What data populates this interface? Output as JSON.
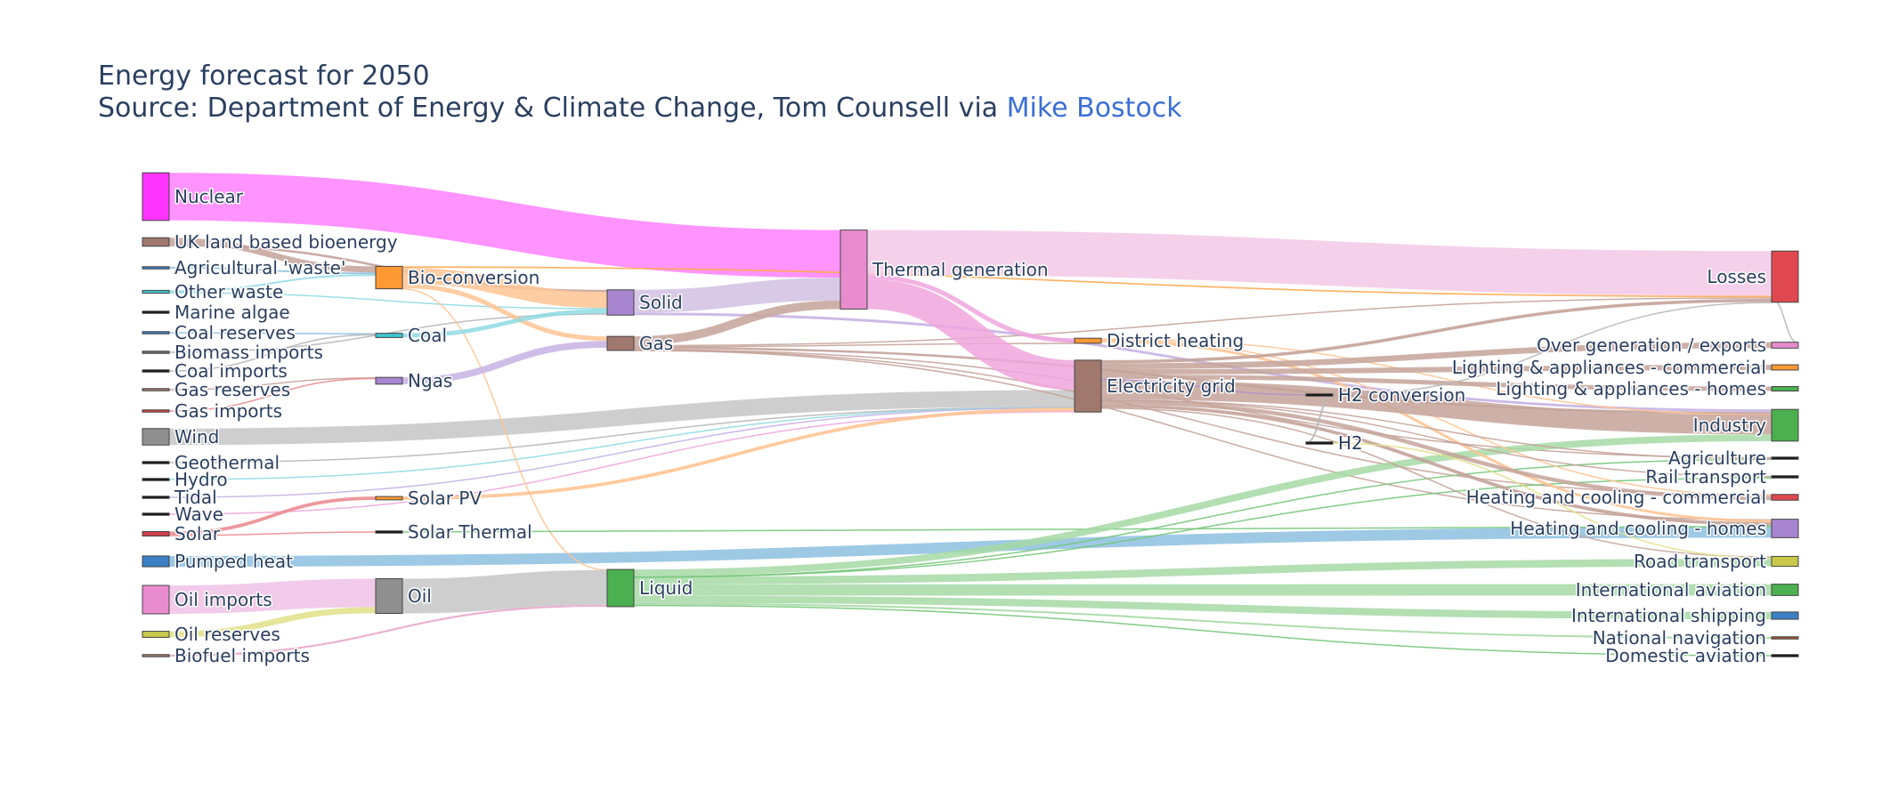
{
  "title": {
    "line1": "Energy forecast for 2050",
    "line2_prefix": "Source: Department of Energy & Climate Change, Tom Counsell via ",
    "link_text": "Mike Bostock"
  },
  "chart_data": {
    "type": "sankey",
    "units": "TWh",
    "nodes": [
      {
        "id": "nuclear",
        "label": "Nuclear",
        "color": "#ff33ff"
      },
      {
        "id": "uk_bio",
        "label": "UK land based bioenergy",
        "color": "#a0786e"
      },
      {
        "id": "agri_waste",
        "label": "Agricultural 'waste'",
        "color": "#3b7fc4"
      },
      {
        "id": "other_waste",
        "label": "Other waste",
        "color": "#40c4d0"
      },
      {
        "id": "marine",
        "label": "Marine algae",
        "color": "#111111"
      },
      {
        "id": "coal_res",
        "label": "Coal reserves",
        "color": "#3b7fc4"
      },
      {
        "id": "biomass_imp",
        "label": "Biomass imports",
        "color": "#6b6b6b"
      },
      {
        "id": "coal_imp",
        "label": "Coal imports",
        "color": "#111111"
      },
      {
        "id": "gas_res",
        "label": "Gas reserves",
        "color": "#a0786e"
      },
      {
        "id": "gas_imp",
        "label": "Gas imports",
        "color": "#d0404a"
      },
      {
        "id": "wind",
        "label": "Wind",
        "color": "#8f8f8f"
      },
      {
        "id": "geo",
        "label": "Geothermal",
        "color": "#111111"
      },
      {
        "id": "hydro",
        "label": "Hydro",
        "color": "#111111"
      },
      {
        "id": "tidal",
        "label": "Tidal",
        "color": "#111111"
      },
      {
        "id": "wave",
        "label": "Wave",
        "color": "#111111"
      },
      {
        "id": "solar",
        "label": "Solar",
        "color": "#d0404a"
      },
      {
        "id": "pumped",
        "label": "Pumped heat",
        "color": "#3b7fc4"
      },
      {
        "id": "oil_imp",
        "label": "Oil imports",
        "color": "#e88ccf"
      },
      {
        "id": "oil_res",
        "label": "Oil reserves",
        "color": "#c8c84a"
      },
      {
        "id": "biofuel_imp",
        "label": "Biofuel imports",
        "color": "#a0786e"
      },
      {
        "id": "bioconv",
        "label": "Bio-conversion",
        "color": "#ff9933"
      },
      {
        "id": "coal",
        "label": "Coal",
        "color": "#40c4d0"
      },
      {
        "id": "ngas",
        "label": "Ngas",
        "color": "#a885d0"
      },
      {
        "id": "solar_pv",
        "label": "Solar PV",
        "color": "#ff9933"
      },
      {
        "id": "solar_th",
        "label": "Solar Thermal",
        "color": "#111111"
      },
      {
        "id": "oil",
        "label": "Oil",
        "color": "#8f8f8f"
      },
      {
        "id": "solid",
        "label": "Solid",
        "color": "#a885d0"
      },
      {
        "id": "gas",
        "label": "Gas",
        "color": "#a0786e"
      },
      {
        "id": "liquid",
        "label": "Liquid",
        "color": "#4caf50"
      },
      {
        "id": "thermal",
        "label": "Thermal generation",
        "color": "#e88ccf"
      },
      {
        "id": "district",
        "label": "District heating",
        "color": "#ff9933"
      },
      {
        "id": "grid",
        "label": "Electricity grid",
        "color": "#a0786e"
      },
      {
        "id": "h2conv",
        "label": "H2 conversion",
        "color": "#111111"
      },
      {
        "id": "h2",
        "label": "H2",
        "color": "#111111"
      },
      {
        "id": "losses",
        "label": "Losses",
        "color": "#e0484f"
      },
      {
        "id": "overgen",
        "label": "Over generation / exports",
        "color": "#e88ccf"
      },
      {
        "id": "la_comm",
        "label": "Lighting & appliances - commercial",
        "color": "#ff9933"
      },
      {
        "id": "la_homes",
        "label": "Lighting & appliances - homes",
        "color": "#4caf50"
      },
      {
        "id": "industry",
        "label": "Industry",
        "color": "#4caf50"
      },
      {
        "id": "agriculture",
        "label": "Agriculture",
        "color": "#111111"
      },
      {
        "id": "rail",
        "label": "Rail transport",
        "color": "#111111"
      },
      {
        "id": "hc_comm",
        "label": "Heating and cooling - commercial",
        "color": "#e0484f"
      },
      {
        "id": "hc_homes",
        "label": "Heating and cooling - homes",
        "color": "#a885d0"
      },
      {
        "id": "road",
        "label": "Road transport",
        "color": "#c8c84a"
      },
      {
        "id": "intl_av",
        "label": "International aviation",
        "color": "#4caf50"
      },
      {
        "id": "intl_ship",
        "label": "International shipping",
        "color": "#3b7fc4"
      },
      {
        "id": "nat_nav",
        "label": "National navigation",
        "color": "#a0522d"
      },
      {
        "id": "dom_av",
        "label": "Domestic aviation",
        "color": "#111111"
      }
    ],
    "links": [
      {
        "source": "nuclear",
        "target": "thermal",
        "value": 840,
        "color": "#ff80ff"
      },
      {
        "source": "uk_bio",
        "target": "bioconv",
        "value": 110,
        "color": "#c4a39a"
      },
      {
        "source": "uk_bio",
        "target": "solid",
        "value": 40,
        "color": "#c4a39a"
      },
      {
        "source": "agri_waste",
        "target": "bioconv",
        "value": 28,
        "color": "#8dbfe0"
      },
      {
        "source": "other_waste",
        "target": "bioconv",
        "value": 30,
        "color": "#8fdbe3"
      },
      {
        "source": "other_waste",
        "target": "solid",
        "value": 20,
        "color": "#8fdbe3"
      },
      {
        "source": "coal_res",
        "target": "coal",
        "value": 14,
        "color": "#8dbfe0"
      },
      {
        "source": "biomass_imp",
        "target": "solid",
        "value": 5,
        "color": "#b7b7b7"
      },
      {
        "source": "coal_imp",
        "target": "coal",
        "value": 4,
        "color": "#b7b7b7"
      },
      {
        "source": "gas_res",
        "target": "ngas",
        "value": 10,
        "color": "#c4a39a"
      },
      {
        "source": "gas_imp",
        "target": "ngas",
        "value": 8,
        "color": "#eb8c91"
      },
      {
        "source": "wind",
        "target": "grid",
        "value": 290,
        "color": "#c6c6c6"
      },
      {
        "source": "geo",
        "target": "grid",
        "value": 6,
        "color": "#b7b7b7"
      },
      {
        "source": "hydro",
        "target": "grid",
        "value": 6,
        "color": "#8fdbe3"
      },
      {
        "source": "tidal",
        "target": "grid",
        "value": 9,
        "color": "#c6b3e3"
      },
      {
        "source": "wave",
        "target": "grid",
        "value": 19,
        "color": "#f0a6de"
      },
      {
        "source": "solar",
        "target": "solar_pv",
        "value": 59,
        "color": "#eb8c91"
      },
      {
        "source": "solar",
        "target": "solar_th",
        "value": 20,
        "color": "#eb8c91"
      },
      {
        "source": "pumped",
        "target": "hc_homes",
        "value": 190,
        "color": "#8dbfe0"
      },
      {
        "source": "oil_imp",
        "target": "oil",
        "value": 500,
        "color": "#f0c2e6"
      },
      {
        "source": "oil_res",
        "target": "oil",
        "value": 107,
        "color": "#e0e088"
      },
      {
        "source": "biofuel_imp",
        "target": "liquid",
        "value": 35,
        "color": "#e8a9c9"
      },
      {
        "source": "bioconv",
        "target": "solid",
        "value": 280,
        "color": "#ffc494"
      },
      {
        "source": "bioconv",
        "target": "gas",
        "value": 80,
        "color": "#ffc494"
      },
      {
        "source": "bioconv",
        "target": "liquid",
        "value": 10,
        "color": "#ffc494"
      },
      {
        "source": "bioconv",
        "target": "losses",
        "value": 26,
        "color": "#ffa94f"
      },
      {
        "source": "coal",
        "target": "solid",
        "value": 75,
        "color": "#8fdbe3"
      },
      {
        "source": "ngas",
        "target": "gas",
        "value": 120,
        "color": "#c6b3e3"
      },
      {
        "source": "solar_pv",
        "target": "grid",
        "value": 59,
        "color": "#ffc494"
      },
      {
        "source": "solar_th",
        "target": "hc_homes",
        "value": 20,
        "color": "#76c77a"
      },
      {
        "source": "oil",
        "target": "liquid",
        "value": 611,
        "color": "#c6c6c6"
      },
      {
        "source": "solid",
        "target": "thermal",
        "value": 400,
        "color": "#d1bfe3"
      },
      {
        "source": "solid",
        "target": "industry",
        "value": 46,
        "color": "#c6b3e3"
      },
      {
        "source": "gas",
        "target": "thermal",
        "value": 151,
        "color": "#c4a39a"
      },
      {
        "source": "gas",
        "target": "losses",
        "value": 23,
        "color": "#c4a39a"
      },
      {
        "source": "gas",
        "target": "industry",
        "value": 40,
        "color": "#c4a39a"
      },
      {
        "source": "gas",
        "target": "hc_comm",
        "value": 10,
        "color": "#c4a39a"
      },
      {
        "source": "gas",
        "target": "hc_homes",
        "value": 10,
        "color": "#c4a39a"
      },
      {
        "source": "gas",
        "target": "agriculture",
        "value": 6,
        "color": "#c4a39a"
      },
      {
        "source": "gas",
        "target": "district",
        "value": 8,
        "color": "#c4a39a"
      },
      {
        "source": "liquid",
        "target": "industry",
        "value": 121,
        "color": "#a6d9a6"
      },
      {
        "source": "liquid",
        "target": "road",
        "value": 135,
        "color": "#a6d9a6"
      },
      {
        "source": "liquid",
        "target": "intl_av",
        "value": 200,
        "color": "#a6d9a6"
      },
      {
        "source": "liquid",
        "target": "intl_ship",
        "value": 128,
        "color": "#a6d9a6"
      },
      {
        "source": "liquid",
        "target": "nat_nav",
        "value": 33,
        "color": "#a6d9a6"
      },
      {
        "source": "liquid",
        "target": "dom_av",
        "value": 14,
        "color": "#76c77a"
      },
      {
        "source": "liquid",
        "target": "agriculture",
        "value": 3,
        "color": "#76c77a"
      },
      {
        "source": "liquid",
        "target": "rail",
        "value": 3,
        "color": "#76c77a"
      },
      {
        "source": "thermal",
        "target": "grid",
        "value": 525,
        "color": "#f0a6de"
      },
      {
        "source": "thermal",
        "target": "losses",
        "value": 787,
        "color": "#f3c8e6"
      },
      {
        "source": "thermal",
        "target": "district",
        "value": 80,
        "color": "#f0a6de"
      },
      {
        "source": "district",
        "target": "industry",
        "value": 10,
        "color": "#ffc494"
      },
      {
        "source": "district",
        "target": "hc_comm",
        "value": 22,
        "color": "#ffc494"
      },
      {
        "source": "district",
        "target": "hc_homes",
        "value": 46,
        "color": "#ffc494"
      },
      {
        "source": "grid",
        "target": "overgen",
        "value": 104,
        "color": "#c4a39a"
      },
      {
        "source": "grid",
        "target": "la_comm",
        "value": 93,
        "color": "#c4a39a"
      },
      {
        "source": "grid",
        "target": "la_homes",
        "value": 79,
        "color": "#c4a39a"
      },
      {
        "source": "grid",
        "target": "industry",
        "value": 342,
        "color": "#c4a39a"
      },
      {
        "source": "grid",
        "target": "hc_comm",
        "value": 70,
        "color": "#c4a39a"
      },
      {
        "source": "grid",
        "target": "hc_homes",
        "value": 59,
        "color": "#c4a39a"
      },
      {
        "source": "grid",
        "target": "road",
        "value": 20,
        "color": "#c4a39a"
      },
      {
        "source": "grid",
        "target": "rail",
        "value": 7,
        "color": "#c4a39a"
      },
      {
        "source": "grid",
        "target": "agriculture",
        "value": 4,
        "color": "#c4a39a"
      },
      {
        "source": "grid",
        "target": "h2conv",
        "value": 20,
        "color": "#b08fca"
      },
      {
        "source": "grid",
        "target": "losses",
        "value": 56,
        "color": "#c4a39a"
      },
      {
        "source": "h2conv",
        "target": "h2",
        "value": 20,
        "color": "#b7b7b7"
      },
      {
        "source": "h2conv",
        "target": "losses",
        "value": 6,
        "color": "#b7b7b7"
      },
      {
        "source": "h2",
        "target": "road",
        "value": 20,
        "color": "#e0e088"
      },
      {
        "source": "overgen",
        "target": "losses",
        "value": 4,
        "color": "#b7b7b7"
      }
    ]
  }
}
